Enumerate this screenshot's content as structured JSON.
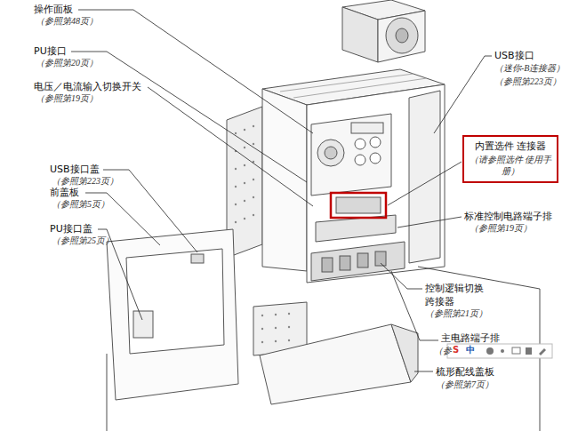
{
  "diagram": {
    "nodes": [
      {
        "text": [
          "内置选件 连接器",
          "（请参照选件 使用手册）"
        ]
      }
    ],
    "labels": [
      "操作面板",
      "（参照第48页）",
      "PU接口",
      "（参照第20页）",
      "电压／电流输入切换开关",
      "（参照第19页）",
      "USB接口",
      "（迷你-B连接器）",
      "（参照第223页）",
      "USB接口盖",
      "（参照第223页）",
      "前盖板",
      "（参照第5页）",
      "PU接口盖",
      "（参照第25页）",
      "标准控制电路端子排",
      "（参照第19页）",
      "控制逻辑切换",
      "跨接器",
      "（参照第21页）",
      "主电路端子排",
      "（参",
      "S",
      "中",
      "梳形配线盖板",
      "（参照第7页）"
    ]
  }
}
